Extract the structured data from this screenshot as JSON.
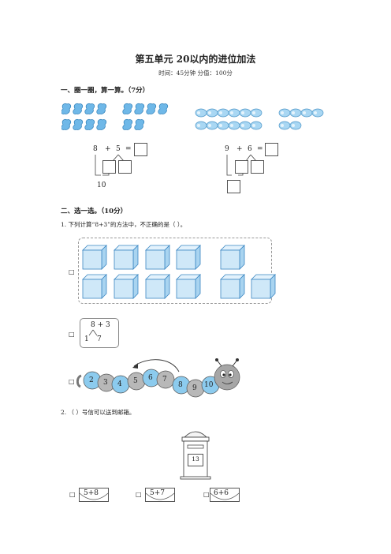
{
  "header": {
    "title": "第五单元 20以内的进位加法",
    "subtitle": "时间：45分钟 分值：100分"
  },
  "section1": {
    "heading": "一、圈一圈，算一算。（7分）",
    "eq1": {
      "a": "8",
      "op": "+",
      "b": "5",
      "eq": "=",
      "split": "10"
    },
    "eq2": {
      "a": "9",
      "op": "+",
      "b": "6",
      "eq": "="
    }
  },
  "section2": {
    "heading": "二、选一选。（10分）",
    "q1": "1. 下列计算“8+3”的方法中，不正确的是（ ）。",
    "q1_option_marker": "□",
    "q1_split": {
      "expr": "8 + 3",
      "left": "1",
      "right": "7"
    },
    "q1_caterpillar": [
      "2",
      "3",
      "4",
      "5",
      "6",
      "7",
      "8",
      "9",
      "10"
    ],
    "q2": "2. （ ）号信可以送到邮箱。",
    "mailbox_number": "13",
    "q2_options": [
      "5+8",
      "5+7",
      "6+6"
    ]
  },
  "colors": {
    "cube_face": "#cfe8f8",
    "bead_blue": "#8ccbee",
    "bead_gray": "#b8b8b8"
  }
}
